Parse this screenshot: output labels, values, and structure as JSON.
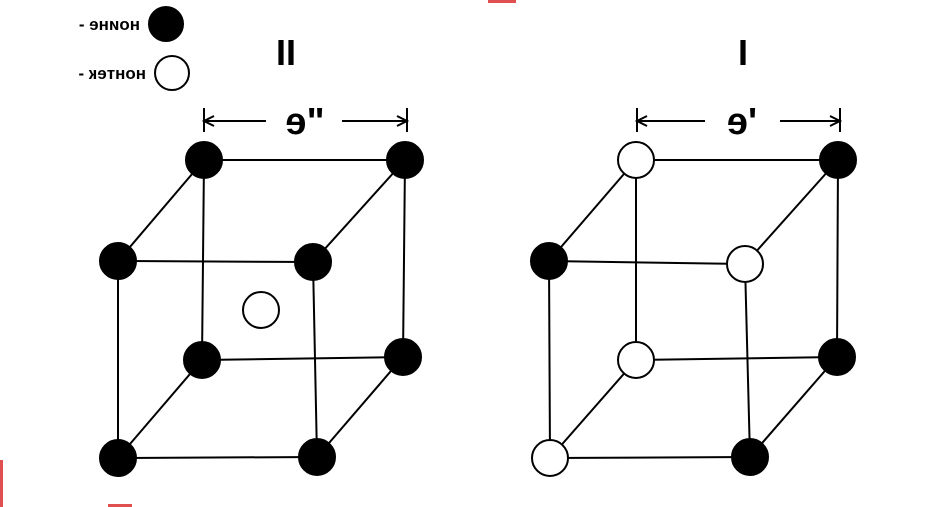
{
  "legend": {
    "anion_label": "ноине -",
    "cation_label": "нонтек -"
  },
  "structures": [
    {
      "label": "I",
      "dimension_label": "'e",
      "atom_kinds": [
        "filled",
        "open",
        "filled",
        "open",
        "open",
        "filled",
        "open",
        "filled"
      ],
      "center_atom": null
    },
    {
      "label": "II",
      "dimension_label": "\"e",
      "atom_kinds": [
        "filled",
        "filled",
        "filled",
        "filled",
        "filled",
        "filled",
        "filled",
        "filled"
      ],
      "center_atom": "open"
    }
  ],
  "colors": {
    "line": "#000000",
    "filled_atom": "#000000",
    "open_atom": "#ffffff",
    "edge_marks": "#e05050"
  }
}
